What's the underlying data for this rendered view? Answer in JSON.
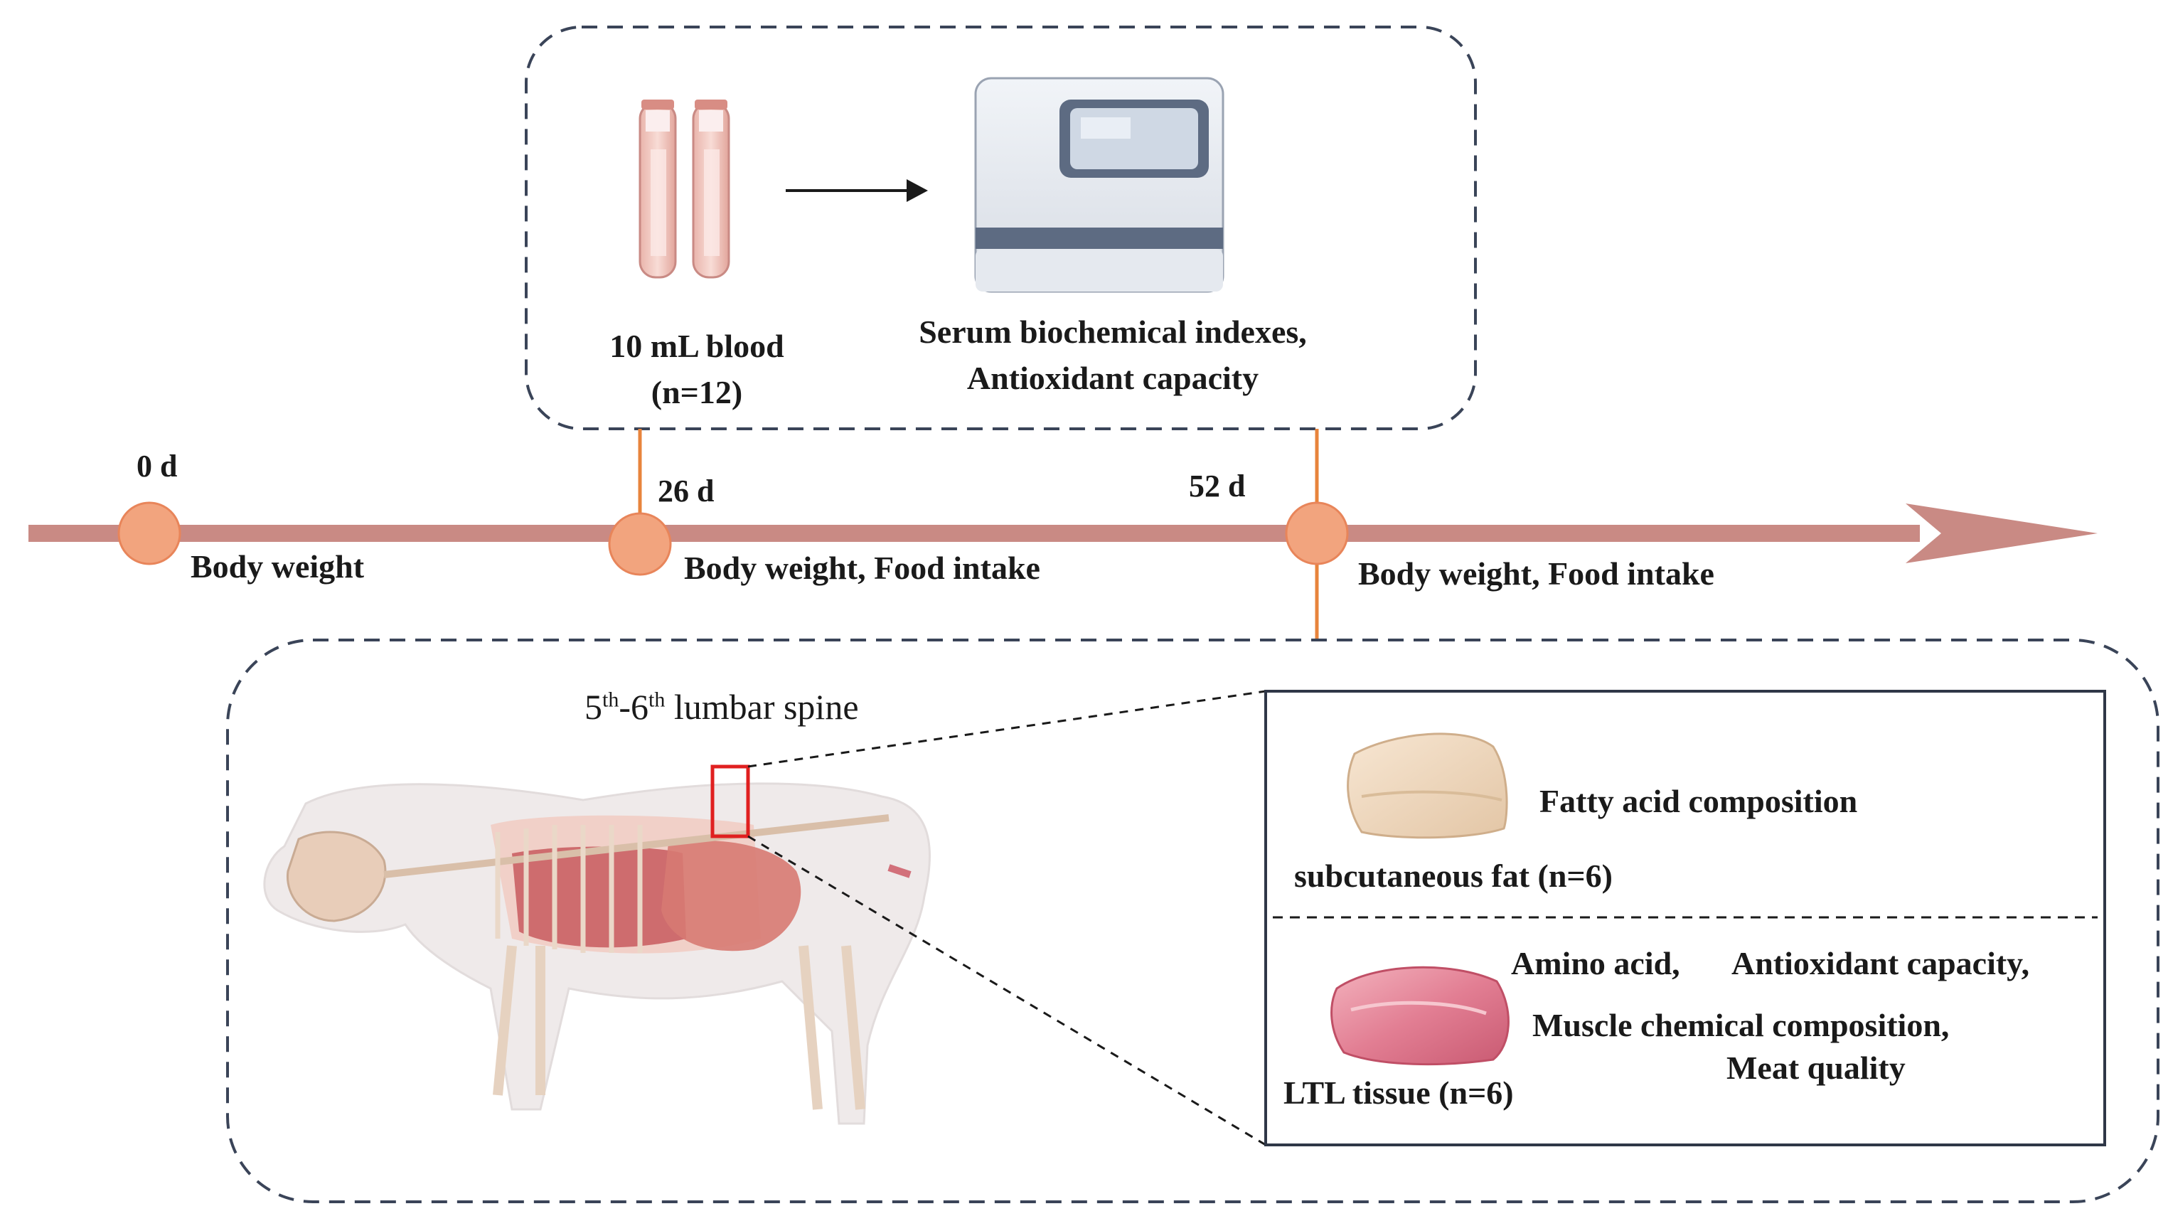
{
  "timeline": {
    "points": [
      {
        "day_label": "0 d",
        "measure": "Body weight"
      },
      {
        "day_label": "26 d",
        "measure": "Body weight, Food intake"
      },
      {
        "day_label": "52 d",
        "measure": "Body weight, Food intake"
      }
    ]
  },
  "blood_panel": {
    "sample_line1": "10 mL blood",
    "sample_line2": "(n=12)",
    "analysis_line1": "Serum biochemical indexes,",
    "analysis_line2": "Antioxidant capacity"
  },
  "tissue_panel": {
    "spine_label": {
      "prefix": "5",
      "sup1": "th",
      "mid": "-6",
      "sup2": "th",
      "suffix": " lumbar spine"
    },
    "fat": {
      "sample": "subcutaneous fat (n=6)",
      "analysis": "Fatty acid composition"
    },
    "ltl": {
      "sample": "LTL tissue (n=6)",
      "analysis_line1": "Amino acid,",
      "analysis_line1b": "Antioxidant capacity,",
      "analysis_line2": "Muscle chemical composition,",
      "analysis_line3": "Meat quality"
    }
  },
  "colors": {
    "timeline_arrow": "#c98a84",
    "node_fill": "#f2a47e",
    "node_stroke": "#e8855a",
    "connector": "#e8843c",
    "dashed_border": "#3a4458",
    "highlight_box": "#e02020"
  }
}
